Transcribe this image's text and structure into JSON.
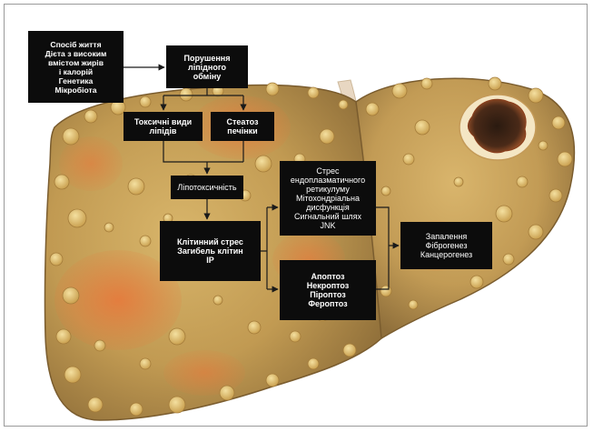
{
  "diagram": {
    "nodes": {
      "lifestyle": {
        "lines": [
          "Спосіб життя",
          "Дієта з високим",
          "вмістом жирів",
          "і калорій",
          "Генетика",
          "Мікробіота"
        ]
      },
      "lipid_metabolism": {
        "lines": [
          "Порушення",
          "ліпідного",
          "обміну"
        ]
      },
      "toxic_lipids": {
        "lines": [
          "Токсичні види",
          "ліпідів"
        ]
      },
      "steatosis": {
        "lines": [
          "Стеатоз",
          "печінки"
        ]
      },
      "lipotoxicity": {
        "lines": [
          "Ліпотоксичність"
        ]
      },
      "cell_stress": {
        "lines": [
          "Клітинний стрес",
          "Загибель клітин",
          "ІР"
        ]
      },
      "er_stress": {
        "lines": [
          "Стрес",
          "ендоплазматичного",
          "ретикулуму",
          "Мітохондріальна",
          "дисфункція",
          "Сигнальний шлях",
          "JNK"
        ]
      },
      "cell_death": {
        "lines": [
          "Апоптоз",
          "Некроптоз",
          "Піроптоз",
          "Фероптоз"
        ]
      },
      "outcomes": {
        "lines": [
          "Запалення",
          "Фіброгенез",
          "Канцерогенез"
        ]
      }
    },
    "edges": [
      {
        "from": "lifestyle",
        "to": "lipid_metabolism"
      },
      {
        "from": "lipid_metabolism",
        "to": "toxic_lipids"
      },
      {
        "from": "lipid_metabolism",
        "to": "steatosis"
      },
      {
        "from": "toxic_lipids",
        "to": "lipotoxicity"
      },
      {
        "from": "steatosis",
        "to": "lipotoxicity"
      },
      {
        "from": "lipotoxicity",
        "to": "cell_stress"
      },
      {
        "from": "cell_stress",
        "to": "er_stress"
      },
      {
        "from": "cell_stress",
        "to": "cell_death"
      },
      {
        "from": "er_stress",
        "to": "outcomes"
      },
      {
        "from": "cell_death",
        "to": "outcomes"
      }
    ]
  },
  "colors": {
    "box_fill": "#0c0c0c",
    "box_text": "#ffffff",
    "arrow": "#1a1a1a",
    "liver_base": "#c9a25a",
    "liver_shadow": "#8a6d3a",
    "lesion": "#e07a35",
    "tumor_core": "#2a1b12"
  },
  "illustration": {
    "subject": "liver-with-fatty-deposits-and-tumor"
  }
}
